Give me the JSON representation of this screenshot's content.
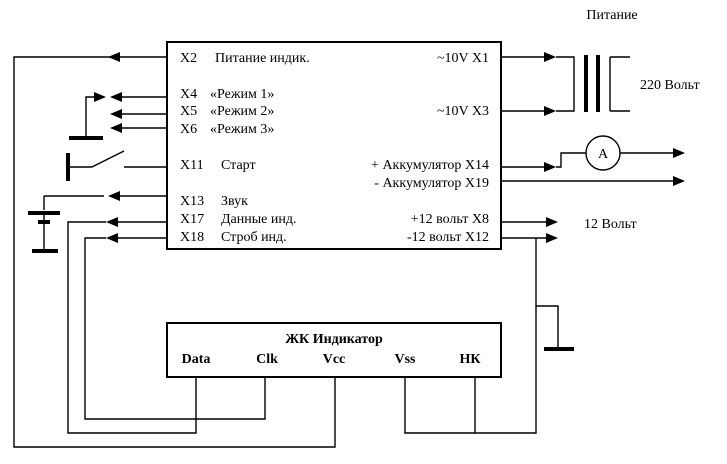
{
  "main_unit": {
    "left_pins": {
      "x2": "X2",
      "x2_name": "Питание индик.",
      "x4": "X4",
      "x4_name": "«Режим 1»",
      "x5": "X5",
      "x5_name": "«Режим 2»",
      "x6": "X6",
      "x6_name": "«Режим 3»",
      "x11": "X11",
      "x11_name": "Старт",
      "x13": "X13",
      "x13_name": "Звук",
      "x17": "X17",
      "x17_name": "Данные инд.",
      "x18": "X18",
      "x18_name": "Строб инд."
    },
    "right_pins": {
      "x1": "~10V  X1",
      "x3": "~10V  X3",
      "x14": "+ Аккумулятор X14",
      "x19": "- Аккумулятор X19",
      "x8": "+12 вольт  X8",
      "x12": "-12 вольт  X12"
    }
  },
  "power": {
    "title": "Питание",
    "mains": "220 Вольт",
    "ammeter": "A",
    "out12": "12 Вольт"
  },
  "lcd": {
    "title": "ЖК Индикатор",
    "pins": [
      "Data",
      "Clk",
      "Vcc",
      "Vss",
      "НК"
    ]
  }
}
